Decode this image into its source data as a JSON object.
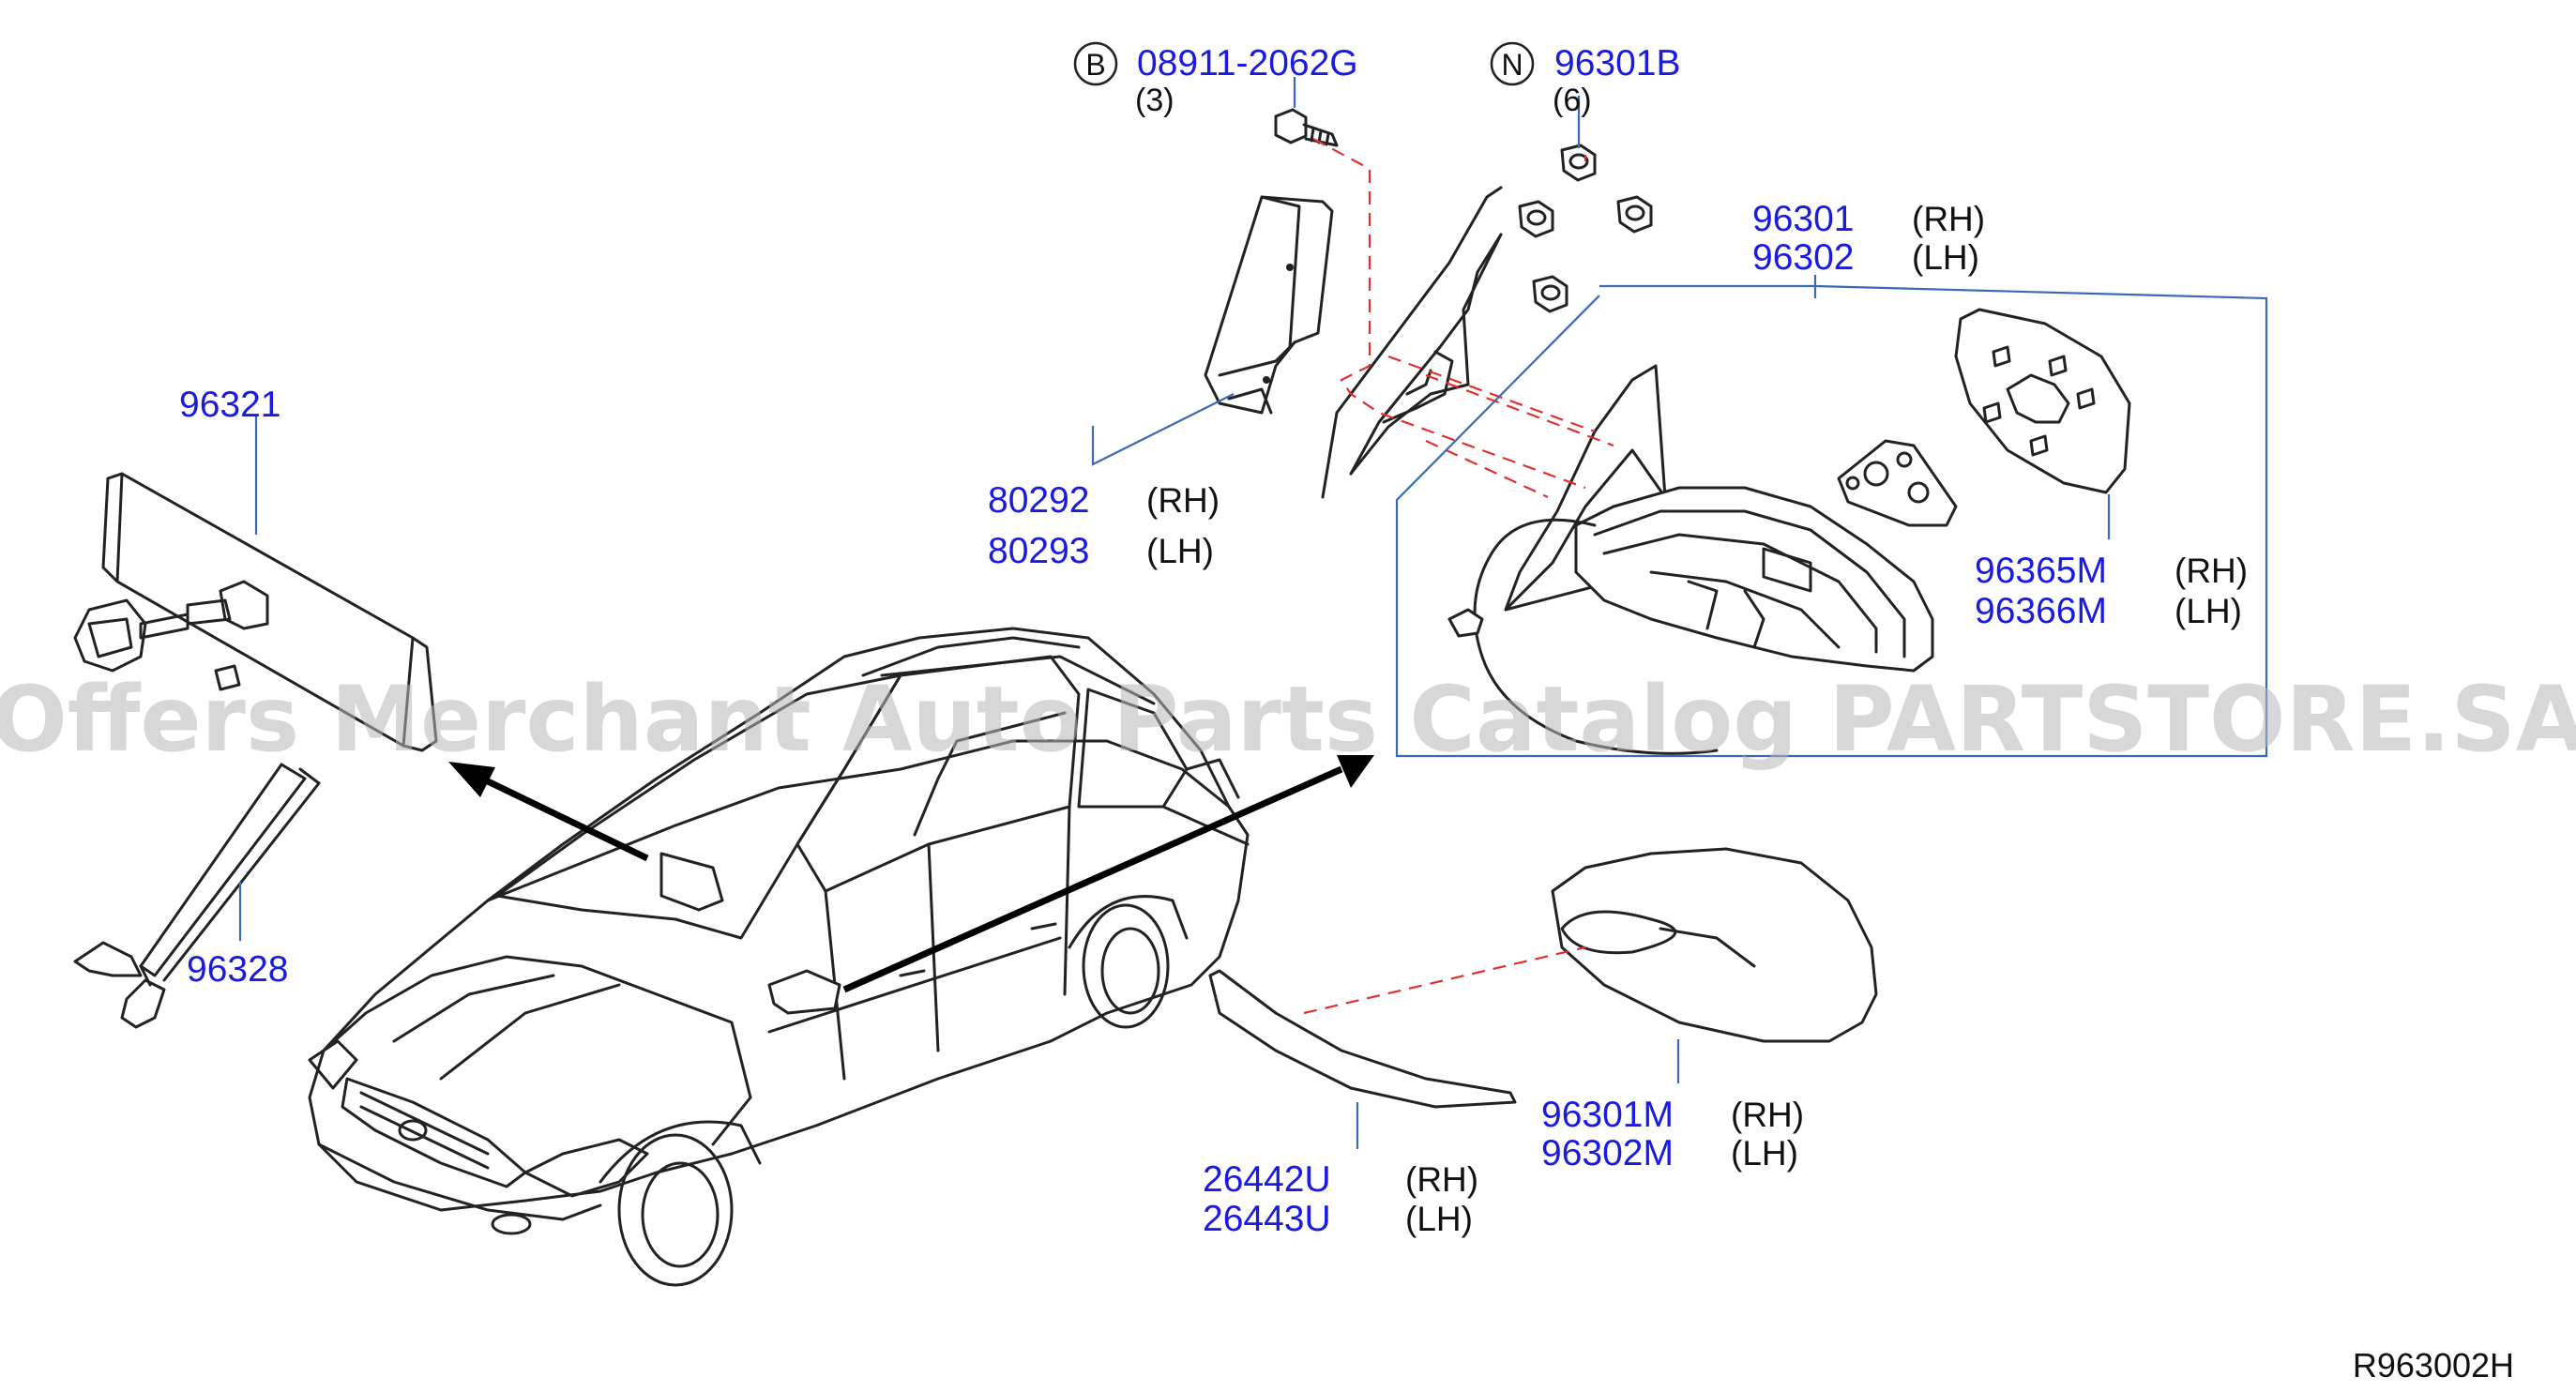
{
  "watermark": "Offers Merchant Auto Parts Catalog PARTSTORE.SA",
  "reference": "R963002H",
  "callouts": {
    "bolt": {
      "marker": "B",
      "code": "08911-2062G",
      "qty": "(3)"
    },
    "nut": {
      "marker": "N",
      "code": "96301B",
      "qty": "(6)"
    }
  },
  "labels": {
    "mirror_assy_rh": {
      "code": "96301",
      "side": "(RH)"
    },
    "mirror_assy_lh": {
      "code": "96302",
      "side": "(LH)"
    },
    "inner_mirror": {
      "code": "96321"
    },
    "finisher_rh": {
      "code": "80292",
      "side": "(RH)"
    },
    "finisher_lh": {
      "code": "80293",
      "side": "(LH)"
    },
    "glass_rh": {
      "code": "96365M",
      "side": "(RH)"
    },
    "glass_lh": {
      "code": "96366M",
      "side": "(LH)"
    },
    "cover_stay": {
      "code": "96328"
    },
    "cap_rh": {
      "code": "96301M",
      "side": "(RH)"
    },
    "cap_lh": {
      "code": "96302M",
      "side": "(LH)"
    },
    "molding_rh": {
      "code": "26442U",
      "side": "(RH)"
    },
    "molding_lh": {
      "code": "26443U",
      "side": "(LH)"
    }
  },
  "colors": {
    "part_code": "#1a1ae0",
    "leader_line": "#3a6ab4",
    "dashed_guide": "#e03030",
    "watermark": "#b8b8b8"
  }
}
